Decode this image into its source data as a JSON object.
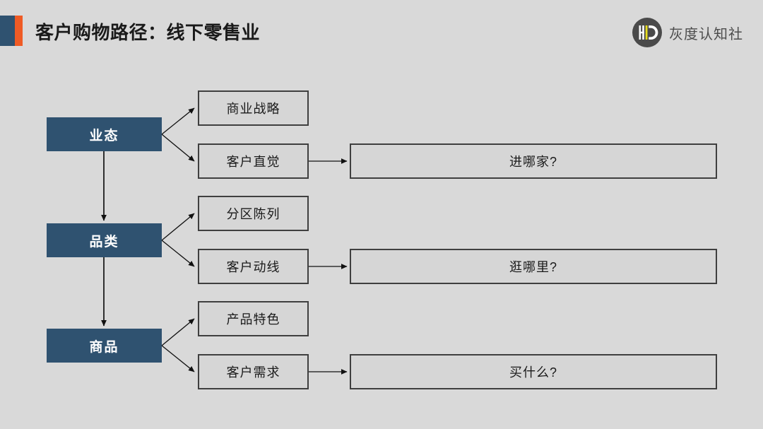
{
  "header": {
    "title": "客户购物路径：线下零售业",
    "accent_blue_color": "#2f5270",
    "accent_orange_color": "#ef5b25",
    "brand_name": "灰度认知社",
    "brand_mark_color": "#4a4a4a",
    "brand_mark_accent_color": "#e8dd1e"
  },
  "canvas": {
    "background_color": "#d9d9d9"
  },
  "diagram": {
    "primary_color": "#2f5270",
    "box_border_color": "#3f3f3f",
    "rows": [
      {
        "stage": "业态",
        "sub_top": "商业战略",
        "sub_bottom": "客户直觉",
        "question": "进哪家?"
      },
      {
        "stage": "品类",
        "sub_top": "分区陈列",
        "sub_bottom": "客户动线",
        "question": "逛哪里?"
      },
      {
        "stage": "商品",
        "sub_top": "产品特色",
        "sub_bottom": "客户需求",
        "question": "买什么?"
      }
    ]
  }
}
